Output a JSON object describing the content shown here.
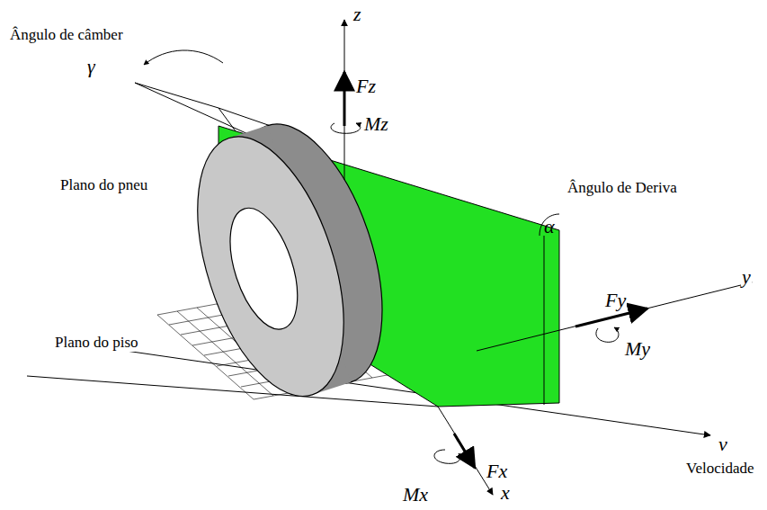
{
  "diagram": {
    "labels": [
      "Ângulo de câmber",
      "γ",
      "z",
      "Fz",
      "Mz",
      "Plano do pneu",
      "Ângulo de Deriva",
      "α",
      "Fy",
      "y",
      "My",
      "Plano do piso",
      "v",
      "Velocidade",
      "Mx",
      "Fx",
      "x"
    ]
  }
}
